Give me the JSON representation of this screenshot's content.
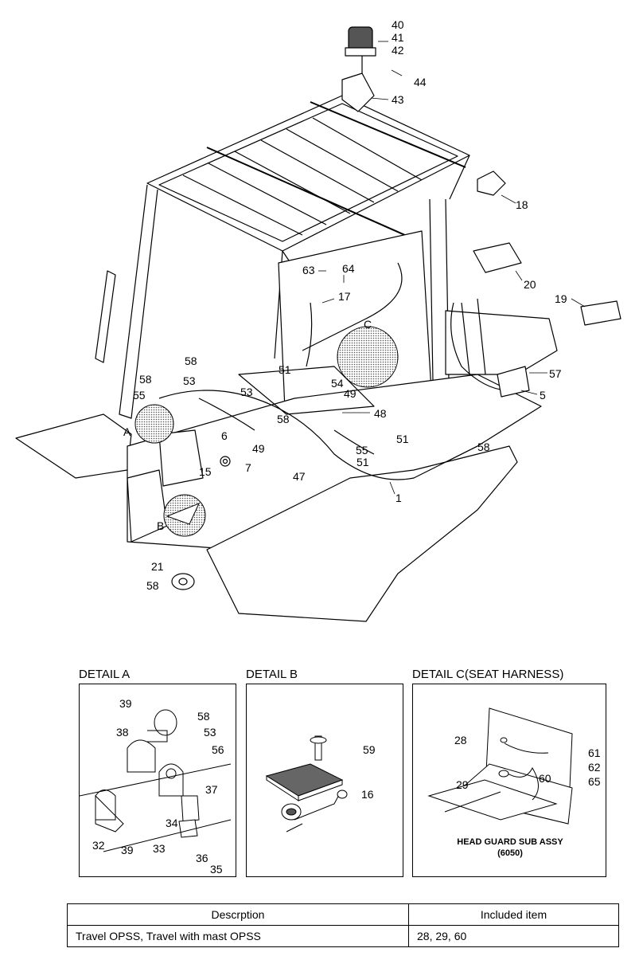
{
  "main_callouts": [
    "40",
    "41",
    "42",
    "44",
    "43",
    "18",
    "20",
    "19",
    "57",
    "5",
    "63",
    "64",
    "17",
    "C",
    "58",
    "58",
    "53",
    "55",
    "51",
    "53",
    "54",
    "49",
    "48",
    "A",
    "58",
    "6",
    "49",
    "7",
    "15",
    "47",
    "55",
    "51",
    "51",
    "58",
    "1",
    "B",
    "21",
    "58"
  ],
  "detail_a": {
    "title": "DETAIL A",
    "callouts": [
      "39",
      "58",
      "38",
      "53",
      "56",
      "37",
      "34",
      "32",
      "39",
      "33",
      "36",
      "35"
    ]
  },
  "detail_b": {
    "title": "DETAIL B",
    "callouts": [
      "59",
      "16"
    ]
  },
  "detail_c": {
    "title": "DETAIL C(SEAT HARNESS)",
    "callouts": [
      "28",
      "61",
      "62",
      "65",
      "60",
      "29"
    ],
    "caption_line1": "HEAD GUARD SUB ASSY",
    "caption_line2": "(6050)"
  },
  "table": {
    "headers": [
      "Descrption",
      "Included item"
    ],
    "rows": [
      [
        "Travel OPSS, Travel with mast OPSS",
        "28, 29, 60"
      ]
    ]
  }
}
